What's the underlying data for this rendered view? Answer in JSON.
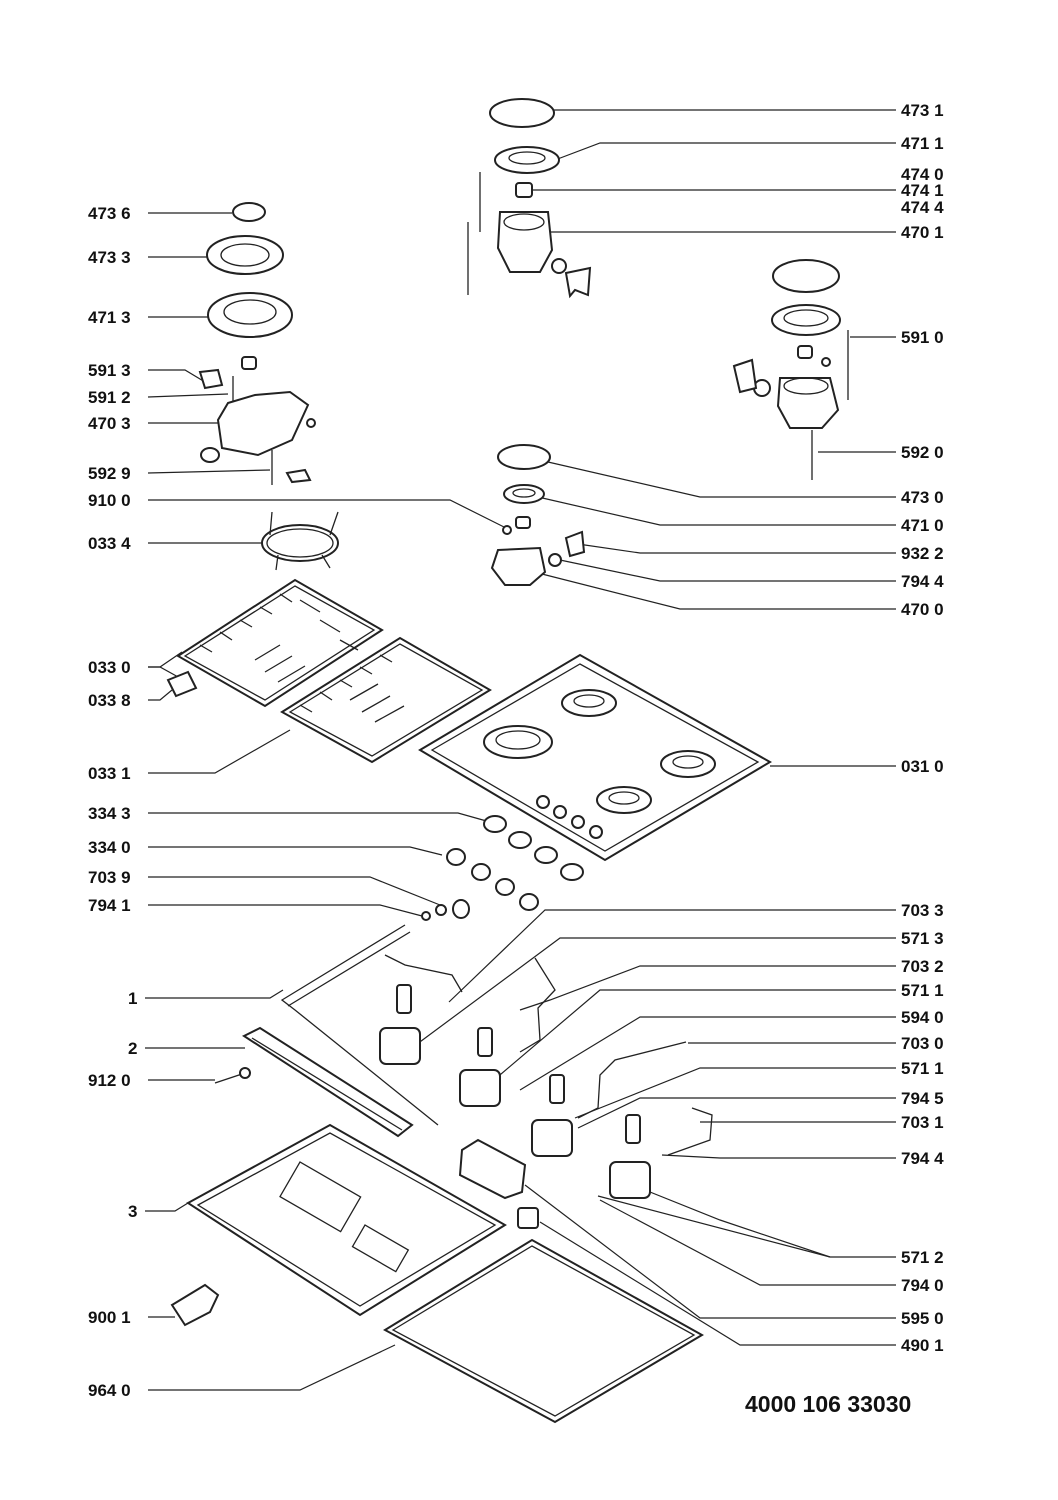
{
  "diagram_number": "4000 106 33030",
  "labels": {
    "l_4736": "473 6",
    "l_4733": "473 3",
    "l_4713": "471 3",
    "l_5913": "591 3",
    "l_5912": "591 2",
    "l_4703": "470 3",
    "l_5929": "592 9",
    "l_9100": "910 0",
    "l_0334": "033 4",
    "l_0330": "033 0",
    "l_0338": "033 8",
    "l_0331": "033 1",
    "l_3343": "334 3",
    "l_3340": "334 0",
    "l_7039": "703 9",
    "l_7941": "794 1",
    "l_1": "1",
    "l_2": "2",
    "l_9120": "912 0",
    "l_3": "3",
    "l_9001": "900 1",
    "l_9640": "964 0",
    "r_4731": "473 1",
    "r_4711": "471 1",
    "r_4740": "474 0",
    "r_4741": "474 1",
    "r_4744": "474 4",
    "r_4701": "470 1",
    "r_5910": "591 0",
    "r_5920": "592 0",
    "r_4730": "473 0",
    "r_4710": "471 0",
    "r_9322": "932 2",
    "r_7944a": "794 4",
    "r_4700": "470 0",
    "r_0310": "031 0",
    "r_7033": "703 3",
    "r_5713": "571 3",
    "r_7032": "703 2",
    "r_5711a": "571 1",
    "r_5940": "594 0",
    "r_7030": "703 0",
    "r_5711b": "571 1",
    "r_7945": "794 5",
    "r_7031": "703 1",
    "r_7944b": "794 4",
    "r_5712": "571 2",
    "r_7940": "794 0",
    "r_5950": "595 0",
    "r_4901": "490 1"
  }
}
